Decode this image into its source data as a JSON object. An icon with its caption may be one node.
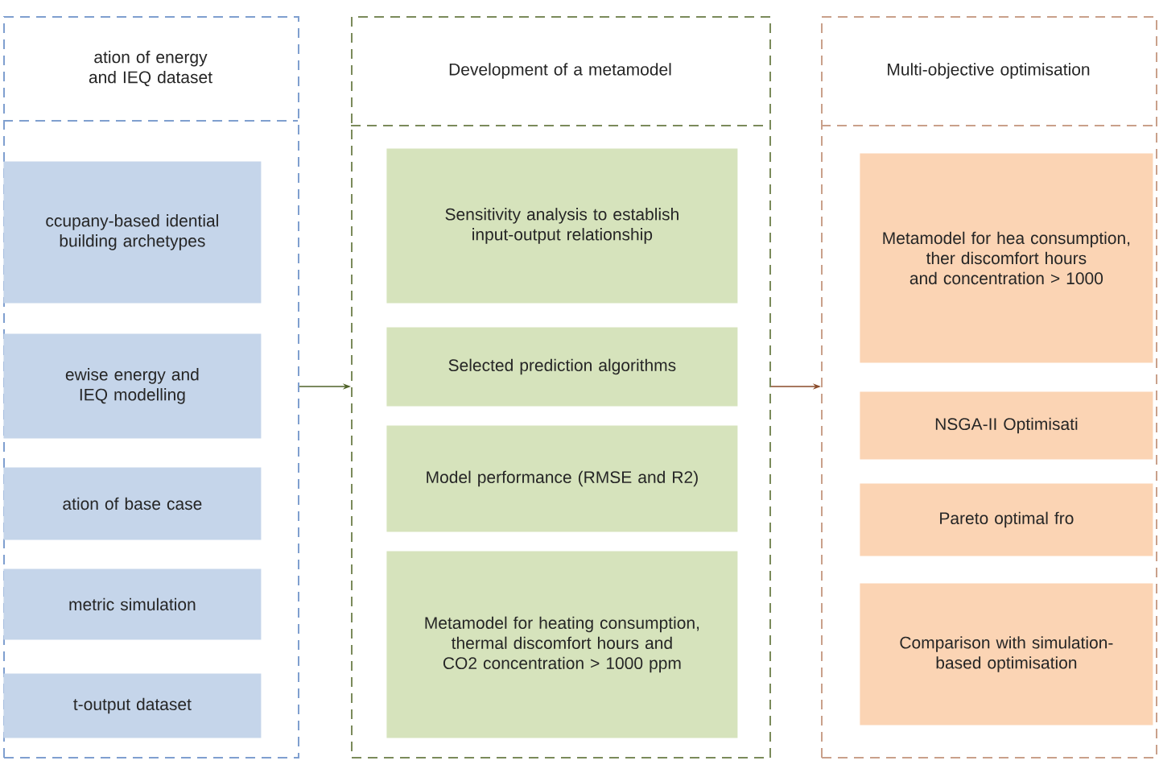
{
  "diagram": {
    "nodes": [
      {
        "text": [
          "ation of energy and IEQ dataset"
        ]
      },
      {
        "text": [
          "ccupany-based idential building archetypes"
        ],
        "in": 0
      },
      {
        "text": [
          "ewise energy and IEQ modelling"
        ],
        "in": 0
      },
      {
        "text": [
          "ation of base case"
        ],
        "in": 0
      },
      {
        "text": [
          "metric simulation"
        ],
        "in": 0
      },
      {
        "text": [
          "t-output dataset"
        ],
        "in": 0
      },
      {
        "text": [
          "Development of a metamodel"
        ]
      },
      {
        "text": [
          "Sensitivity analysis to establish input-output relationship"
        ],
        "in": 6
      },
      {
        "text": [
          "Selected prediction algorithms"
        ],
        "in": 6
      },
      {
        "text": [
          "Model performance (RMSE and R2)"
        ],
        "in": 6
      },
      {
        "text": [
          "Metamodel for heating consumption, thermal discomfort hours and CO2 concentration > 1000 ppm"
        ],
        "in": 6
      },
      {
        "text": [
          "Multi-objective optimisation"
        ]
      },
      {
        "text": [
          "Metamodel for hea consumption, ther discomfort hours and concentration > 1000"
        ],
        "in": 11
      },
      {
        "text": [
          "NSGA-II Optimisati"
        ],
        "in": 11
      },
      {
        "text": [
          "Pareto optimal fro"
        ],
        "in": 11
      },
      {
        "text": [
          "Comparison with simulation-based optimisation"
        ],
        "in": 11
      }
    ],
    "edges": [
      {
        "from": 0,
        "to": 6,
        "arrow": "to",
        "color": "#4f6228"
      },
      {
        "from": 6,
        "to": 11,
        "arrow": "to",
        "color": "#8a4b2a"
      }
    ]
  }
}
